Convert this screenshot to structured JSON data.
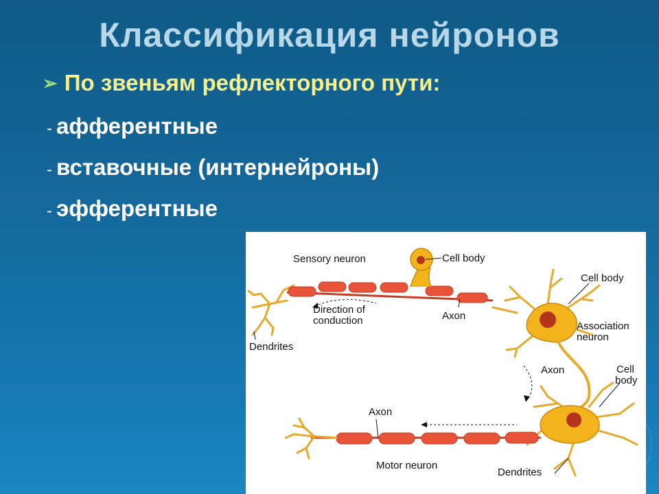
{
  "slide": {
    "title": "Классификация нейронов",
    "bullet": "По звеньям рефлекторного пути:",
    "items": [
      {
        "dash": "-",
        "text": "афферентные"
      },
      {
        "dash": "-",
        "text": "вставочные (интернейроны)"
      },
      {
        "dash": "-",
        "text": "эфферентные"
      }
    ]
  },
  "figure": {
    "labels": {
      "sensory_neuron": "Sensory neuron",
      "cell_body_1": "Cell body",
      "direction_1": "Direction of",
      "direction_2": "conduction",
      "axon_1": "Axon",
      "dendrites_1": "Dendrites",
      "cell_body_2": "Cell body",
      "association_1": "Association",
      "association_2": "neuron",
      "axon_2": "Axon",
      "cell_body_3a": "Cell",
      "cell_body_3b": "body",
      "axon_3": "Axon",
      "motor_neuron": "Motor neuron",
      "dendrites_2": "Dendrites"
    },
    "colors": {
      "myelin": "#e8543a",
      "cell": "#f2b31c",
      "nucleus": "#b5341c",
      "dendrite": "#f0b52a"
    }
  }
}
